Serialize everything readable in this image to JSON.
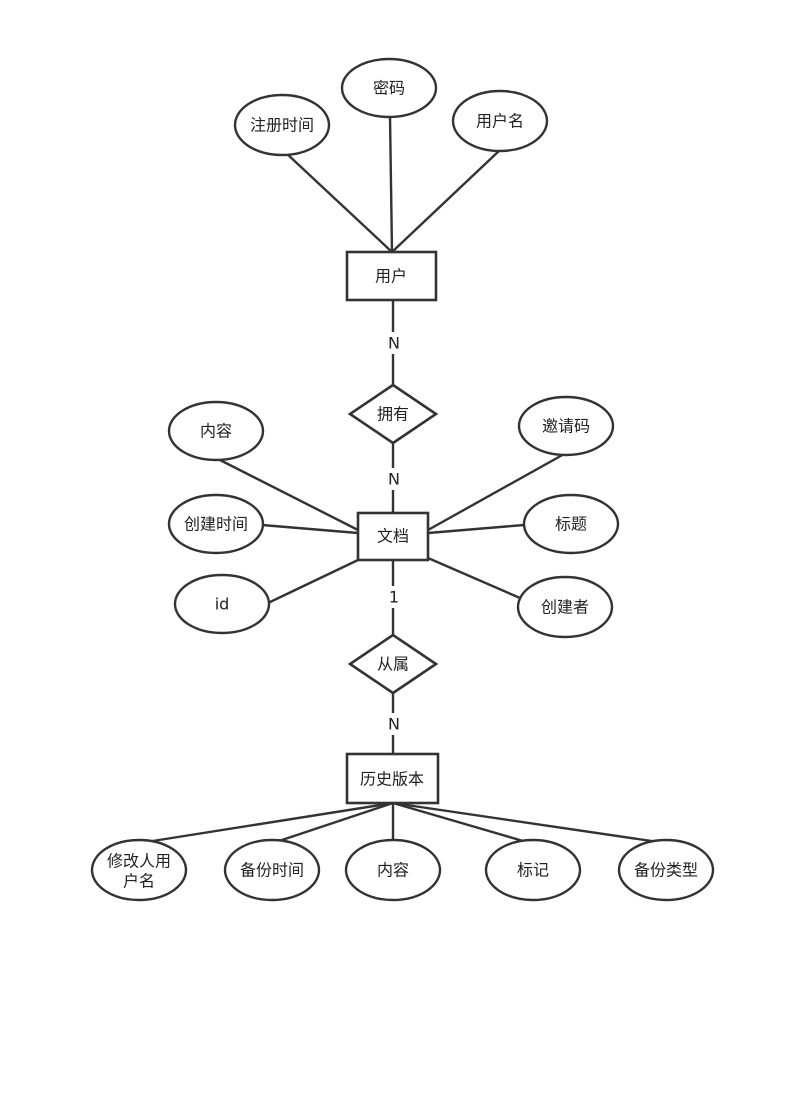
{
  "entities": {
    "user": "用户",
    "document": "文档",
    "history": "历史版本"
  },
  "relationships": {
    "owns": "拥有",
    "belongs": "从属"
  },
  "cardinality": {
    "user_owns": "N",
    "owns_document": "N",
    "document_belongs": "1",
    "belongs_history": "N"
  },
  "attributes": {
    "user": {
      "register_time": "注册时间",
      "password": "密码",
      "username": "用户名"
    },
    "document": {
      "content": "内容",
      "created_time": "创建时间",
      "id": "id",
      "invite_code": "邀请码",
      "title": "标题",
      "creator": "创建者"
    },
    "history": {
      "modifier_line1": "修改人用",
      "modifier_line2": "户名",
      "backup_time": "备份时间",
      "content": "内容",
      "mark": "标记",
      "backup_type": "备份类型"
    }
  }
}
